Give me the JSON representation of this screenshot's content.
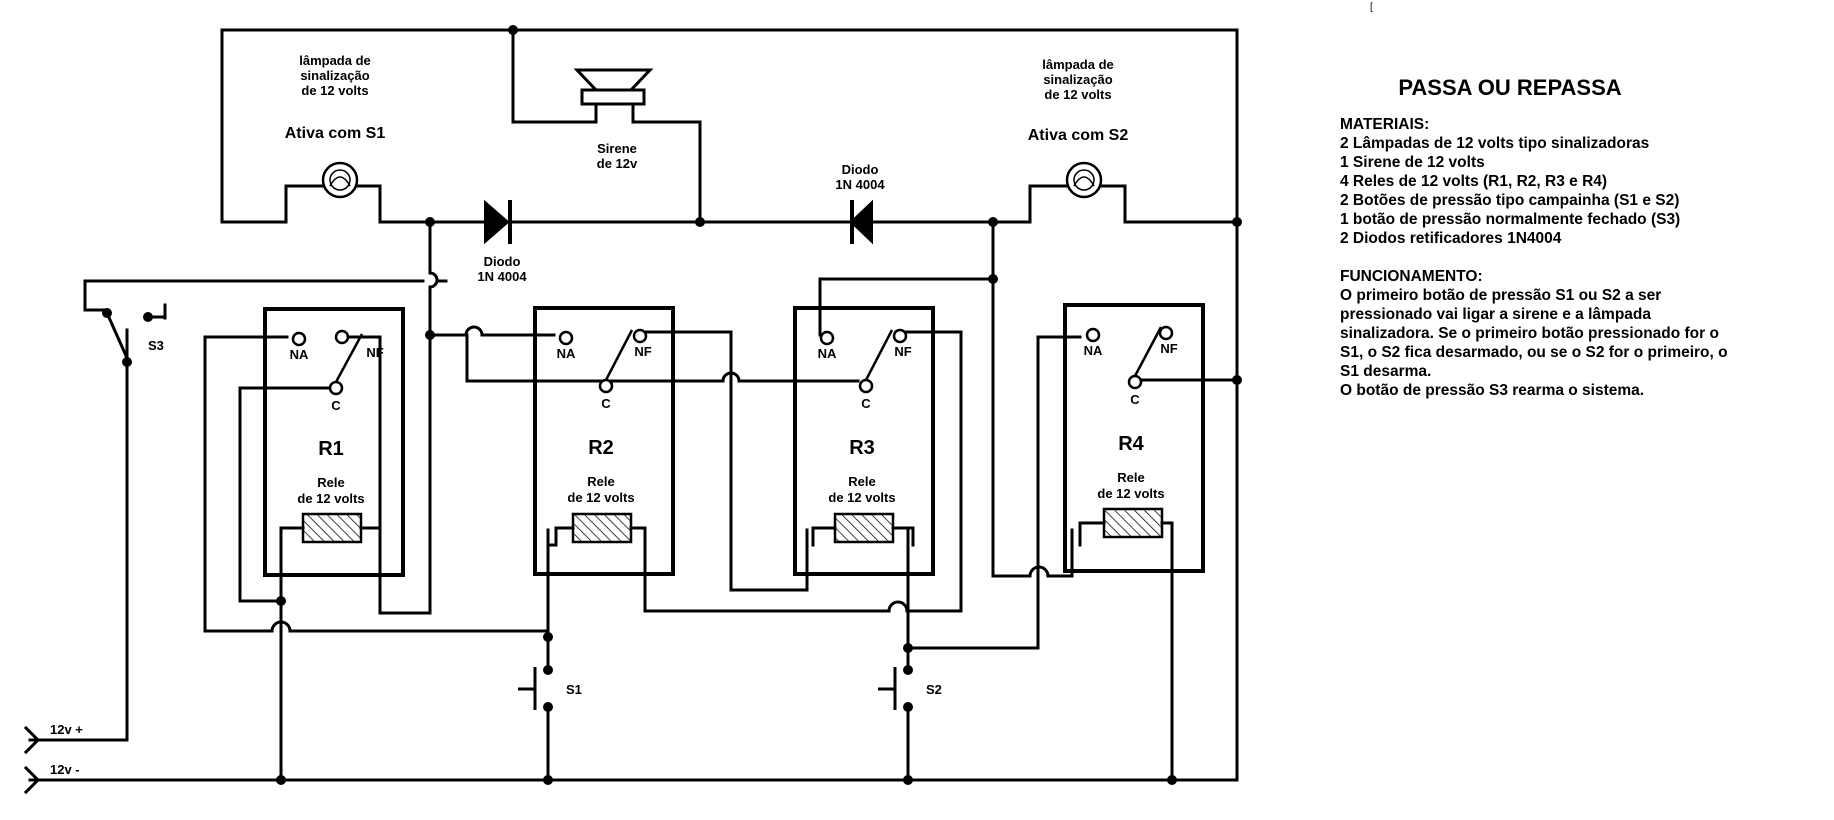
{
  "panel": {
    "title": "PASSA OU REPASSA",
    "materials_heading": "MATERIAIS:",
    "materials": [
      "2 Lâmpadas de 12 volts tipo sinalizadoras",
      "1 Sirene de 12 volts",
      "4 Reles de 12 volts  (R1, R2, R3 e R4)",
      "2 Botões de pressão tipo campainha  (S1 e S2)",
      "1 botão de pressão normalmente fechado (S3)",
      "2 Diodos retificadores 1N4004"
    ],
    "operation_heading": "FUNCIONAMENTO:",
    "operation": [
      "O primeiro botão de pressão S1 ou S2 a ser",
      "pressionado vai ligar a sirene e a lâmpada",
      "sinalizadora. Se o primeiro botão pressionado for o",
      "S1, o S2 fica desarmado, ou se o S2 for o primeiro, o",
      "S1 desarma.",
      "O botão de pressão S3 rearma o sistema."
    ]
  },
  "corner_mark": "[",
  "lamp_left": {
    "caption": [
      "lâmpada de",
      "sinalização",
      "de 12 volts"
    ],
    "activation": "Ativa com S1"
  },
  "lamp_right": {
    "caption": [
      "lâmpada de",
      "sinalização",
      "de 12 volts"
    ],
    "activation": "Ativa com S2"
  },
  "siren": {
    "caption": [
      "Sirene",
      "de 12v"
    ]
  },
  "diode_left": {
    "caption": [
      "Diodo",
      "1N 4004"
    ]
  },
  "diode_right": {
    "caption": [
      "Diodo",
      "1N 4004"
    ]
  },
  "relays": [
    {
      "name": "R1",
      "caption": [
        "Rele",
        "de 12 volts"
      ],
      "na": "NA",
      "nf": "NF",
      "c": "C"
    },
    {
      "name": "R2",
      "caption": [
        "Rele",
        "de 12 volts"
      ],
      "na": "NA",
      "nf": "NF",
      "c": "C"
    },
    {
      "name": "R3",
      "caption": [
        "Rele",
        "de 12 volts"
      ],
      "na": "NA",
      "nf": "NF",
      "c": "C"
    },
    {
      "name": "R4",
      "caption": [
        "Rele",
        "de 12 volts"
      ],
      "na": "NA",
      "nf": "NF",
      "c": "C"
    }
  ],
  "switches": {
    "s1": "S1",
    "s2": "S2",
    "s3": "S3"
  },
  "supply": {
    "positive": "12v +",
    "negative": "12v -"
  }
}
